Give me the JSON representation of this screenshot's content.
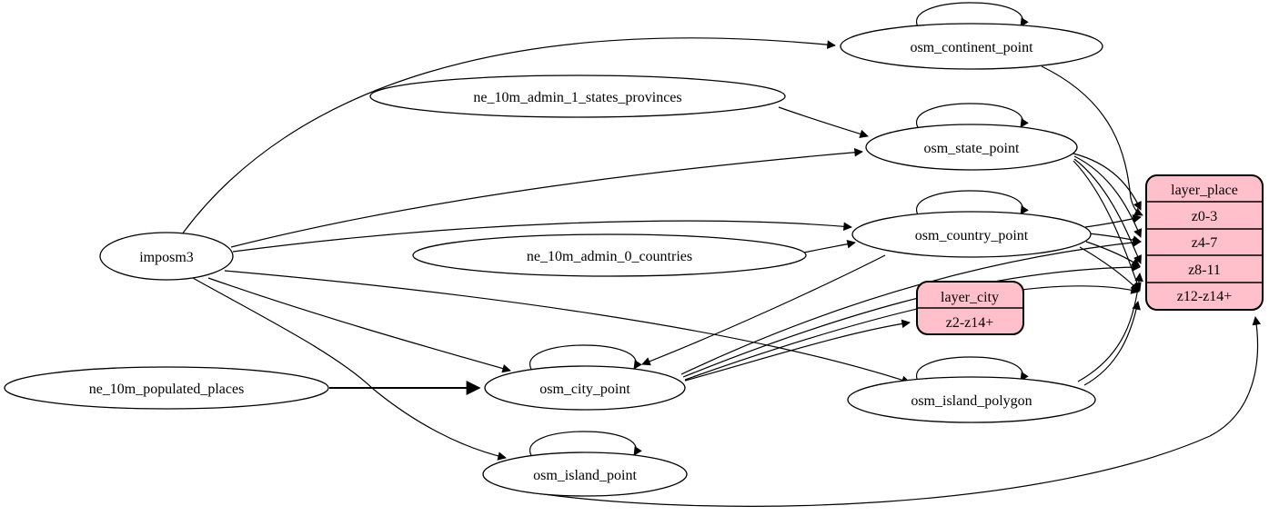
{
  "diagram": {
    "kind": "etl-dependency-graph",
    "colors": {
      "background": "#ffffff",
      "node_fill": "#ffffff",
      "record_fill": "#ffc0cb",
      "stroke": "#000000"
    },
    "nodes": {
      "imposm3": {
        "label": "imposm3"
      },
      "ne_10m_admin_1_states_provinces": {
        "label": "ne_10m_admin_1_states_provinces"
      },
      "ne_10m_admin_0_countries": {
        "label": "ne_10m_admin_0_countries"
      },
      "ne_10m_populated_places": {
        "label": "ne_10m_populated_places"
      },
      "osm_continent_point": {
        "label": "osm_continent_point"
      },
      "osm_state_point": {
        "label": "osm_state_point"
      },
      "osm_country_point": {
        "label": "osm_country_point"
      },
      "osm_city_point": {
        "label": "osm_city_point"
      },
      "osm_island_polygon": {
        "label": "osm_island_polygon"
      },
      "osm_island_point": {
        "label": "osm_island_point"
      }
    },
    "records": {
      "layer_city": {
        "title": "layer_city",
        "rows": [
          "z2-z14+"
        ]
      },
      "layer_place": {
        "title": "layer_place",
        "rows": [
          "z0-3",
          "z4-7",
          "z8-11",
          "z12-z14+"
        ]
      }
    },
    "edges": [
      {
        "from": "imposm3",
        "to": "osm_continent_point"
      },
      {
        "from": "imposm3",
        "to": "osm_state_point"
      },
      {
        "from": "imposm3",
        "to": "osm_country_point"
      },
      {
        "from": "imposm3",
        "to": "osm_city_point"
      },
      {
        "from": "imposm3",
        "to": "osm_island_polygon"
      },
      {
        "from": "imposm3",
        "to": "osm_island_point"
      },
      {
        "from": "ne_10m_admin_1_states_provinces",
        "to": "osm_state_point"
      },
      {
        "from": "ne_10m_admin_0_countries",
        "to": "osm_country_point"
      },
      {
        "from": "ne_10m_populated_places",
        "to": "osm_city_point"
      },
      {
        "from": "osm_country_point",
        "to": "osm_city_point"
      },
      {
        "from": "osm_continent_point",
        "to": "osm_continent_point"
      },
      {
        "from": "osm_state_point",
        "to": "osm_state_point"
      },
      {
        "from": "osm_country_point",
        "to": "osm_country_point"
      },
      {
        "from": "osm_city_point",
        "to": "osm_city_point"
      },
      {
        "from": "osm_island_polygon",
        "to": "osm_island_polygon"
      },
      {
        "from": "osm_island_point",
        "to": "osm_island_point"
      },
      {
        "from": "osm_continent_point",
        "to": "layer_place:z0-3"
      },
      {
        "from": "osm_state_point",
        "to": "layer_place:z0-3"
      },
      {
        "from": "osm_state_point",
        "to": "layer_place:z4-7"
      },
      {
        "from": "osm_state_point",
        "to": "layer_place:z8-11"
      },
      {
        "from": "osm_state_point",
        "to": "layer_place:z12-z14+"
      },
      {
        "from": "osm_country_point",
        "to": "layer_place:z0-3"
      },
      {
        "from": "osm_country_point",
        "to": "layer_place:z4-7"
      },
      {
        "from": "osm_country_point",
        "to": "layer_place:z8-11"
      },
      {
        "from": "osm_country_point",
        "to": "layer_place:z12-z14+"
      },
      {
        "from": "osm_city_point",
        "to": "layer_city:z2-z14+"
      },
      {
        "from": "osm_city_point",
        "to": "layer_place:z4-7"
      },
      {
        "from": "osm_city_point",
        "to": "layer_place:z8-11"
      },
      {
        "from": "osm_city_point",
        "to": "layer_place:z12-z14+"
      },
      {
        "from": "osm_island_polygon",
        "to": "layer_place:z8-11"
      },
      {
        "from": "osm_island_polygon",
        "to": "layer_place:z12-z14+"
      },
      {
        "from": "osm_island_point",
        "to": "layer_place:z12-z14+"
      }
    ]
  }
}
